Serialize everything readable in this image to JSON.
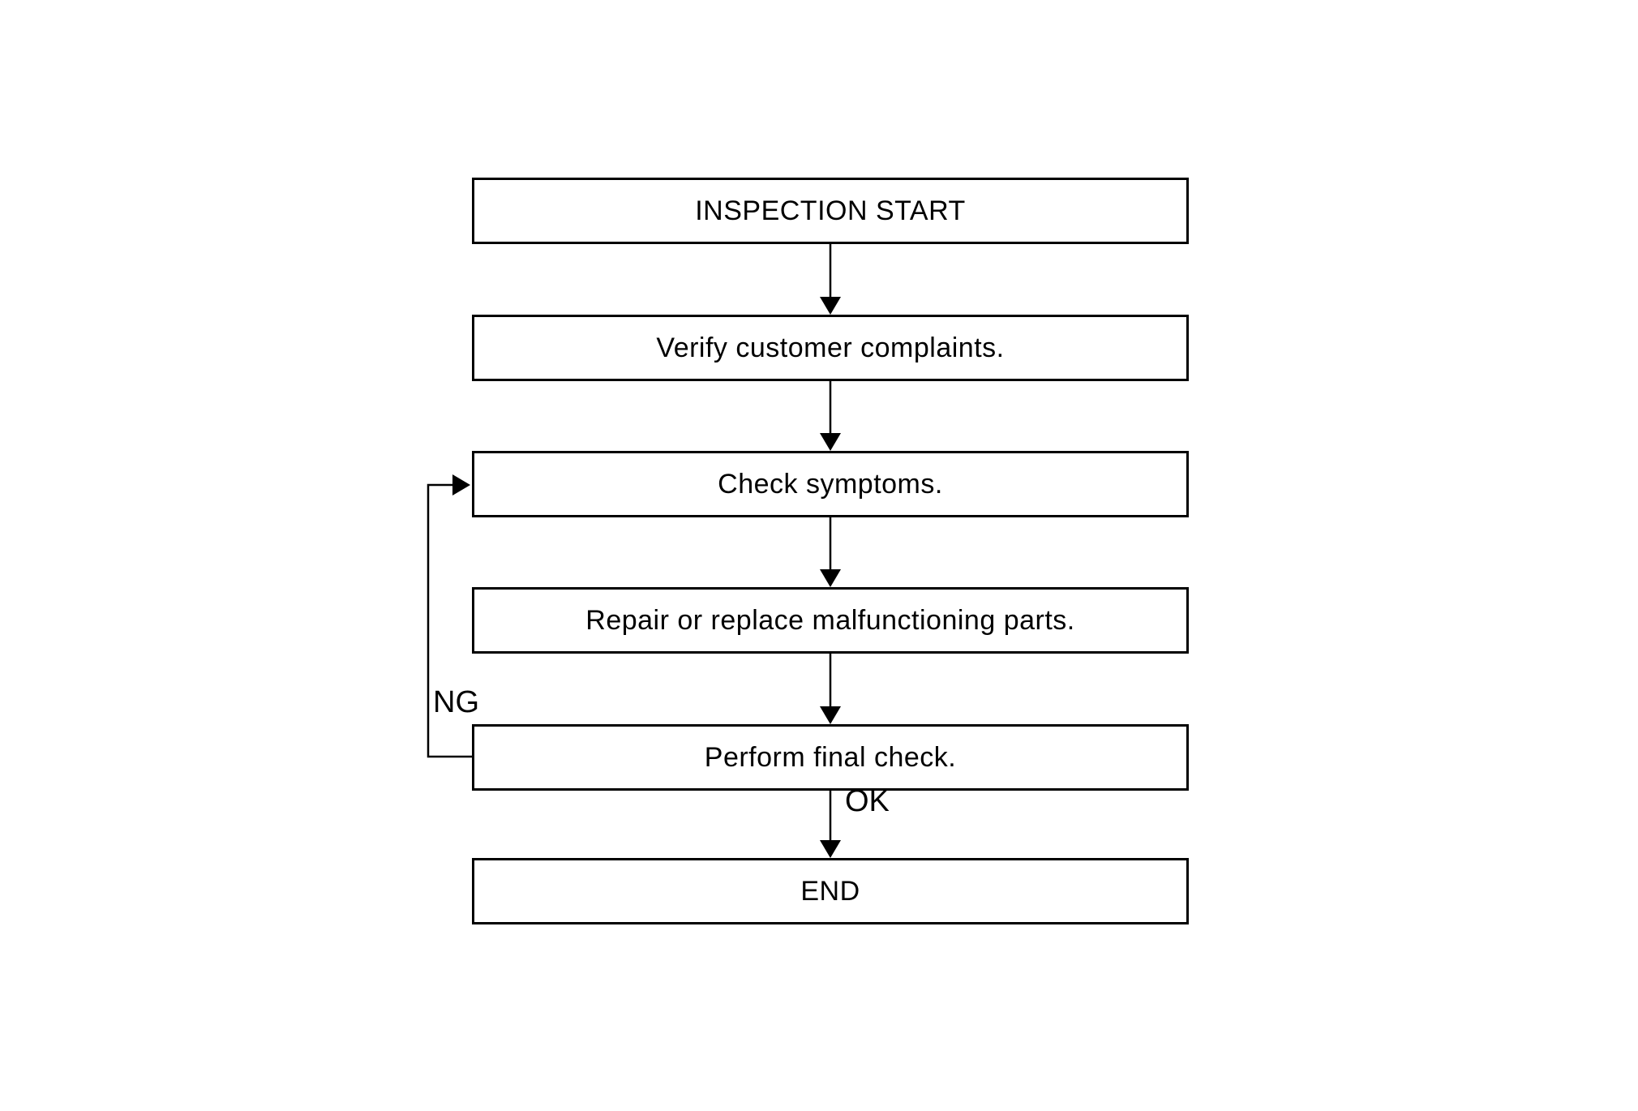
{
  "diagram": {
    "type": "flowchart",
    "nodes": [
      {
        "id": "start",
        "label": "INSPECTION START"
      },
      {
        "id": "verify",
        "label": "Verify customer complaints."
      },
      {
        "id": "check",
        "label": "Check symptoms."
      },
      {
        "id": "repair",
        "label": "Repair or replace malfunctioning parts."
      },
      {
        "id": "final",
        "label": "Perform final check."
      },
      {
        "id": "end",
        "label": "END"
      }
    ],
    "edges": [
      {
        "from": "start",
        "to": "verify",
        "label": ""
      },
      {
        "from": "verify",
        "to": "check",
        "label": ""
      },
      {
        "from": "check",
        "to": "repair",
        "label": ""
      },
      {
        "from": "repair",
        "to": "final",
        "label": ""
      },
      {
        "from": "final",
        "to": "end",
        "label": "OK"
      },
      {
        "from": "final",
        "to": "check",
        "label": "NG",
        "style": "loop-left"
      }
    ],
    "edge_labels": {
      "ng": "NG",
      "ok": "OK"
    },
    "colors": {
      "background": "#ffffff",
      "box_fill": "#ffffff",
      "line": "#000000",
      "text": "#000000"
    }
  }
}
